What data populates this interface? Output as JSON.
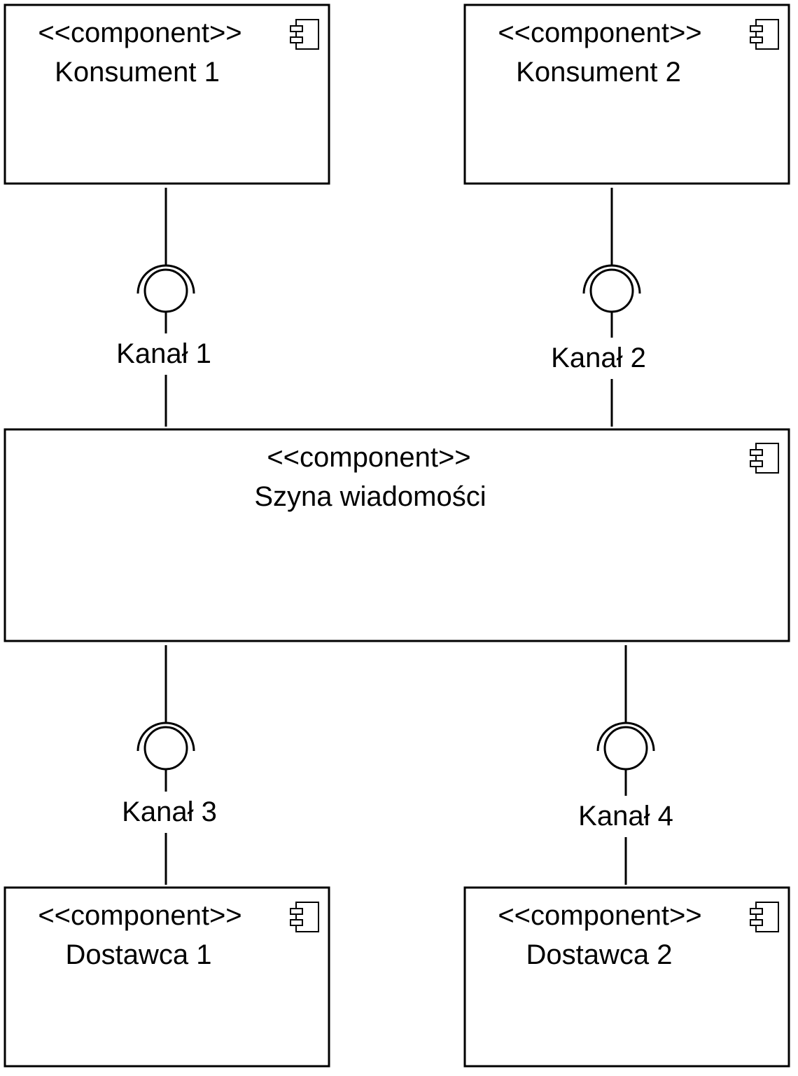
{
  "components": {
    "consumer_1": {
      "stereotype": "<<component>>",
      "name": "Konsument 1",
      "icon": "component-icon"
    },
    "consumer_2": {
      "stereotype": "<<component>>",
      "name": "Konsument 2",
      "icon": "component-icon"
    },
    "message_bus": {
      "stereotype": "<<component>>",
      "name": "Szyna wiadomości",
      "icon": "component-icon"
    },
    "supplier_1": {
      "stereotype": "<<component>>",
      "name": "Dostawca 1",
      "icon": "component-icon"
    },
    "supplier_2": {
      "stereotype": "<<component>>",
      "name": "Dostawca 2",
      "icon": "component-icon"
    }
  },
  "channels": {
    "channel_1": "Kanał 1",
    "channel_2": "Kanał 2",
    "channel_3": "Kanał 3",
    "channel_4": "Kanał 4"
  },
  "colors": {
    "stroke": "#000000",
    "fill": "#ffffff"
  }
}
